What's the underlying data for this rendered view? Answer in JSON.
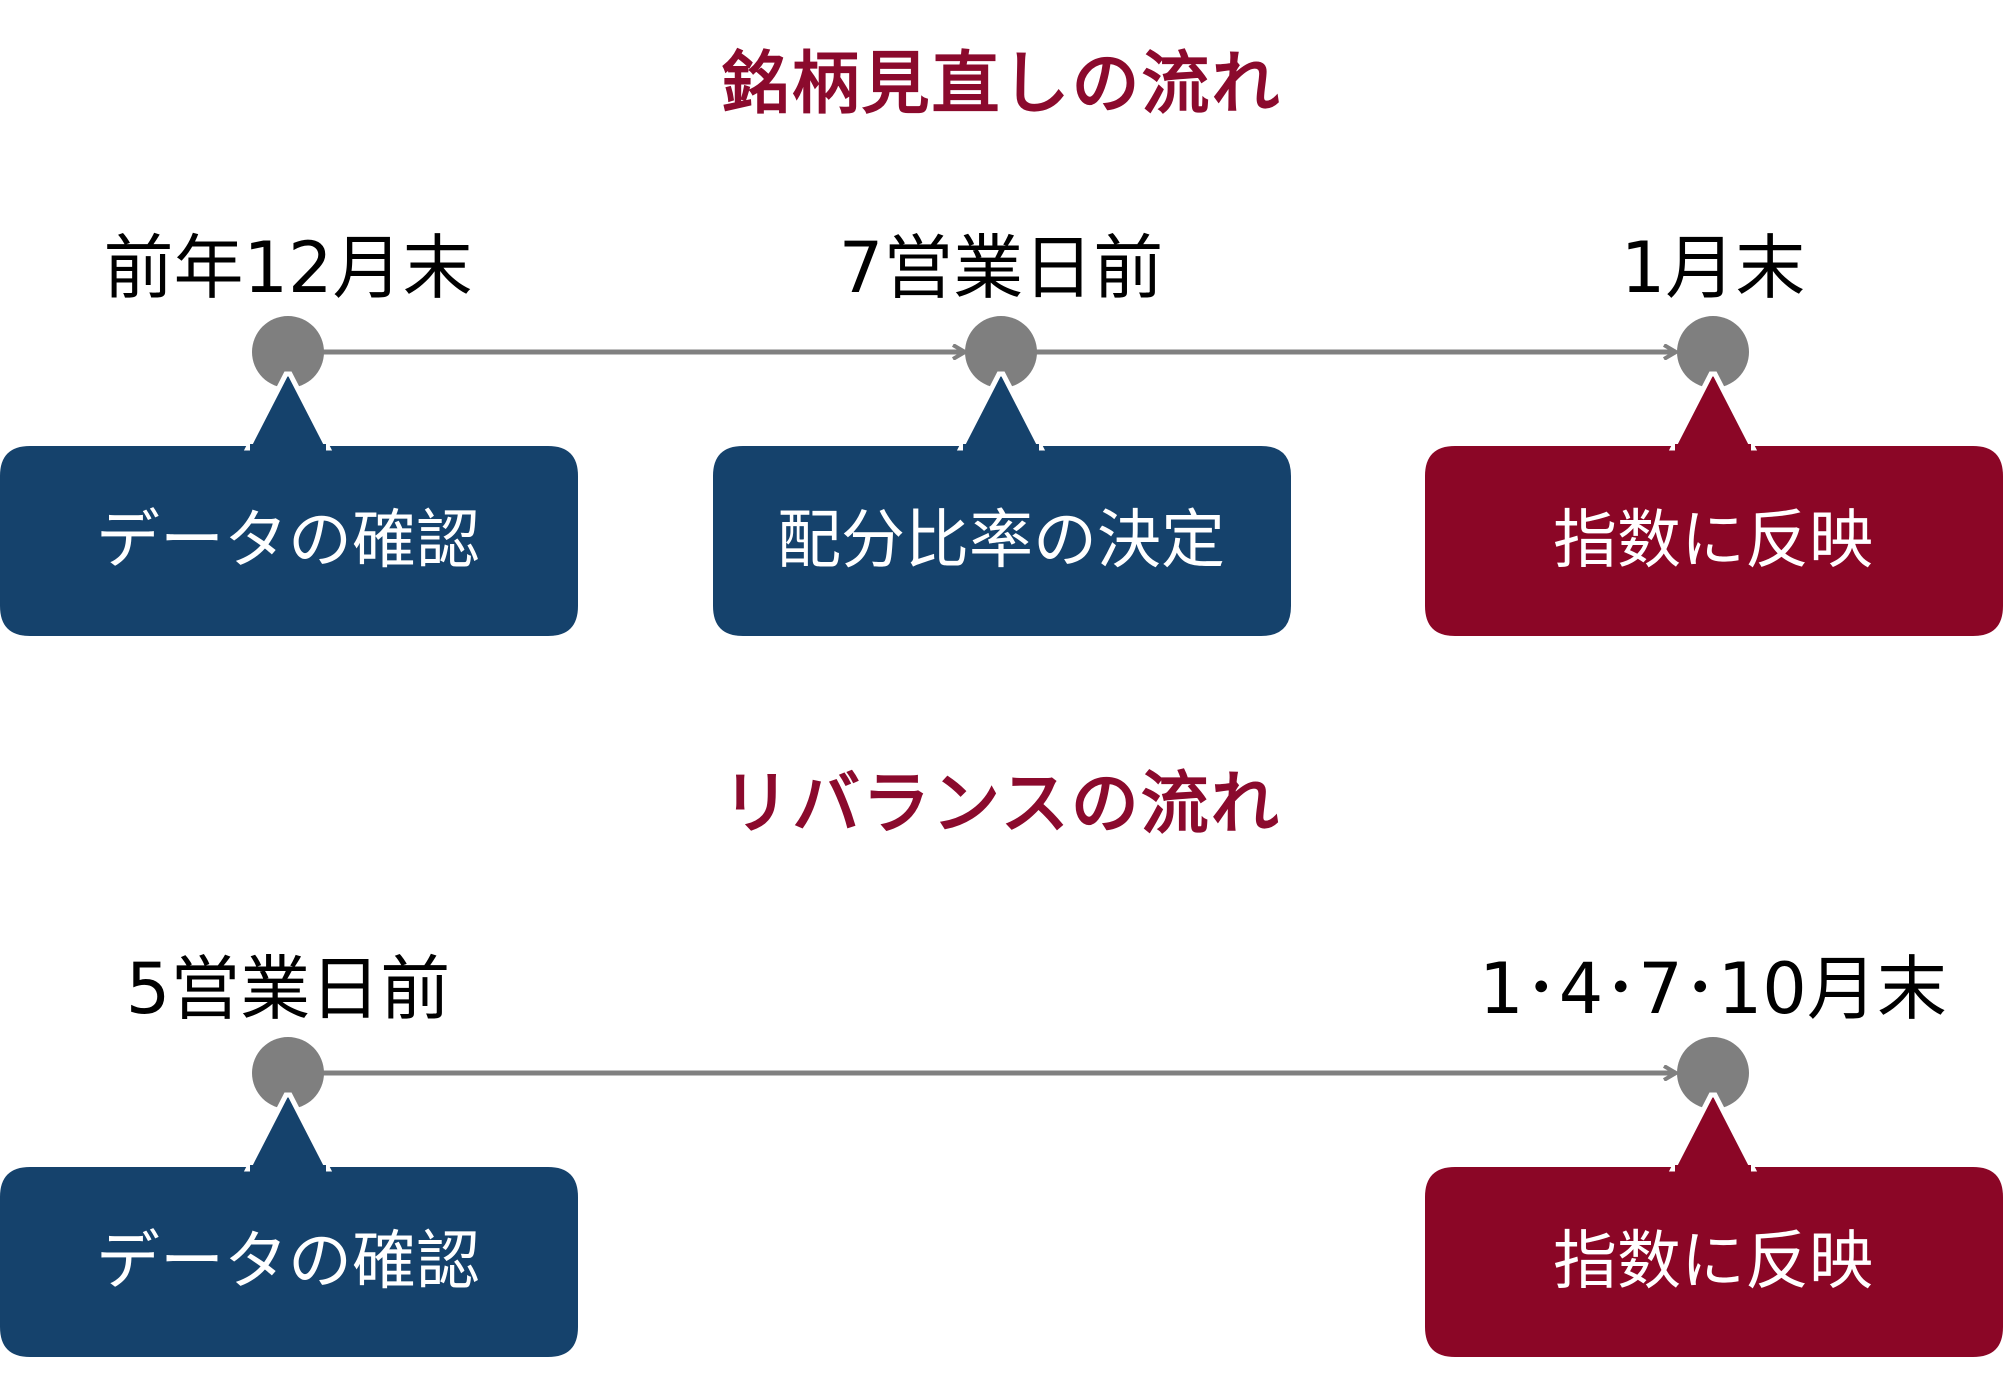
{
  "colors": {
    "title": "#8b0a2d",
    "navy": "#15426c",
    "crimson": "#8b0626",
    "node": "#7f7f7f",
    "line": "#808080"
  },
  "brand_review": {
    "title": "銘柄見直しの流れ",
    "milestones": [
      {
        "date": "前年12月末",
        "task": "データの確認",
        "style": "navy"
      },
      {
        "date": "7営業日前",
        "task": "配分比率の決定",
        "style": "navy"
      },
      {
        "date": "1月末",
        "task": "指数に反映",
        "style": "crimson"
      }
    ]
  },
  "rebalance": {
    "title": "リバランスの流れ",
    "milestones": [
      {
        "date": "5営業日前",
        "task": "データの確認",
        "style": "navy"
      },
      {
        "date": "1･4･7･10月末",
        "task": "指数に反映",
        "style": "crimson"
      }
    ]
  }
}
